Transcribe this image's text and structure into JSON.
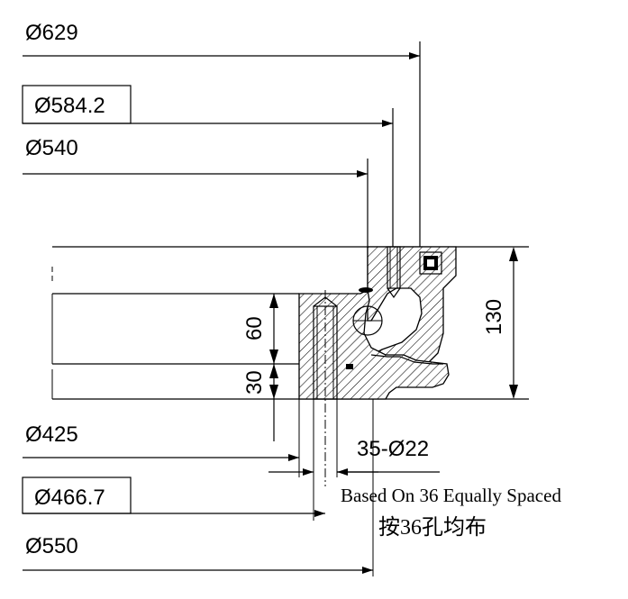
{
  "dimensions": {
    "d629": "Ø629",
    "d584": "Ø584.2",
    "d540": "Ø540",
    "d425": "Ø425",
    "d466": "Ø466.7",
    "d550": "Ø550",
    "h60": "60",
    "h30": "30",
    "h130": "130"
  },
  "notes": {
    "holes": "35-Ø22",
    "equally_spaced": "Based On 36 Equally Spaced",
    "chinese": "按36孔均布"
  }
}
